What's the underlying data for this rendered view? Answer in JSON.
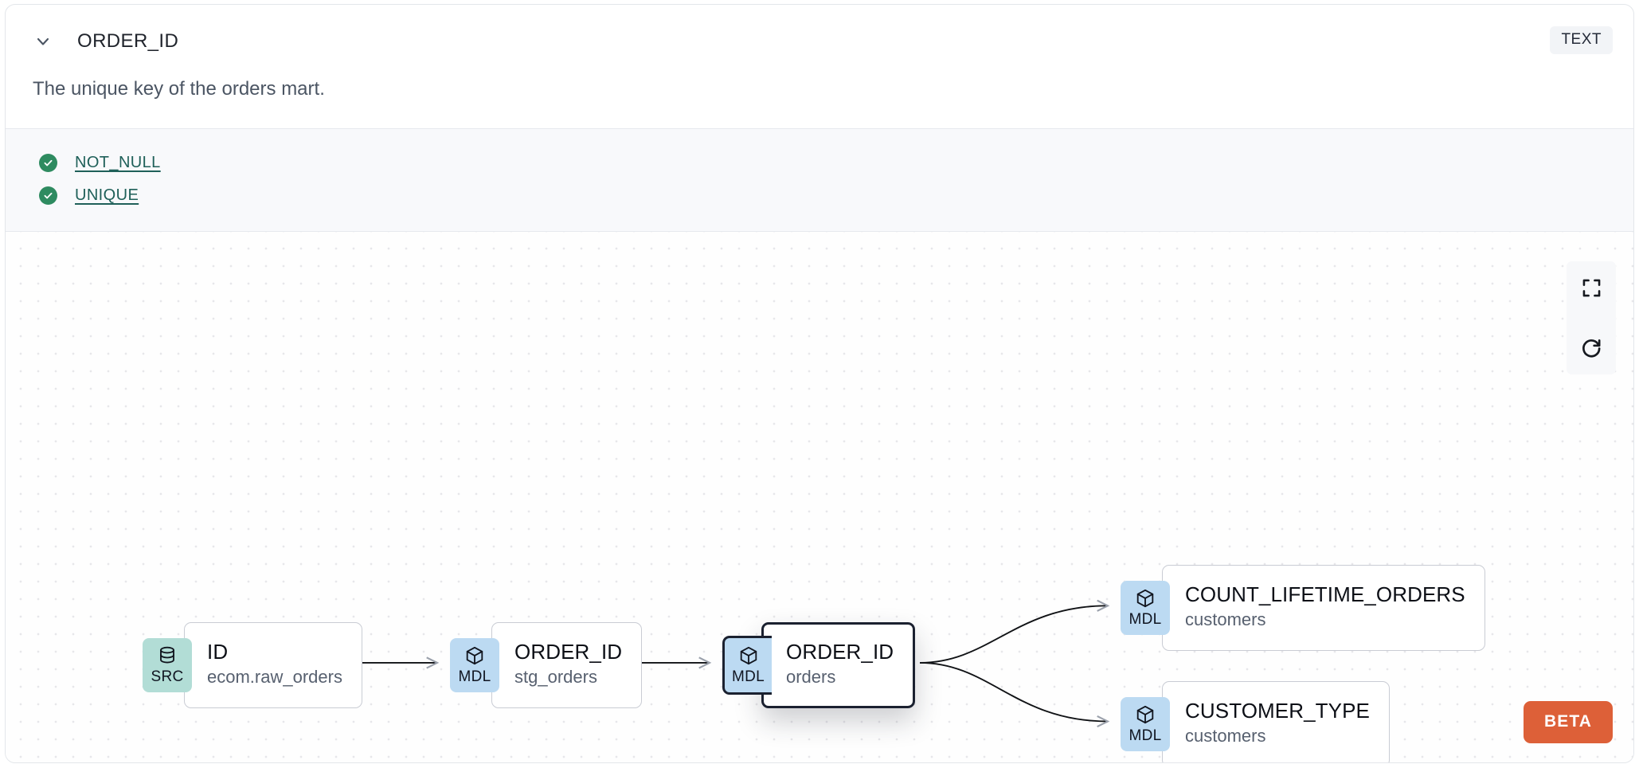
{
  "header": {
    "title": "ORDER_ID",
    "collapse_icon": "chevron-down-icon",
    "type_badge": "TEXT"
  },
  "description": "The unique key of the orders mart.",
  "tests": {
    "items": [
      {
        "label": "NOT_NULL",
        "status_icon": "check-circle-icon",
        "status": "passing"
      },
      {
        "label": "UNIQUE",
        "status_icon": "check-circle-icon",
        "status": "passing"
      }
    ]
  },
  "lineage": {
    "nodes": [
      {
        "id": "src-id",
        "badge": "SRC",
        "badge_icon": "database-icon",
        "name": "ID",
        "parent": "ecom.raw_orders",
        "selected": false
      },
      {
        "id": "mdl-stg",
        "badge": "MDL",
        "badge_icon": "cube-icon",
        "name": "ORDER_ID",
        "parent": "stg_orders",
        "selected": false
      },
      {
        "id": "mdl-orders",
        "badge": "MDL",
        "badge_icon": "cube-icon",
        "name": "ORDER_ID",
        "parent": "orders",
        "selected": true
      },
      {
        "id": "mdl-count",
        "badge": "MDL",
        "badge_icon": "cube-icon",
        "name": "COUNT_LIFETIME_ORDERS",
        "parent": "customers",
        "selected": false
      },
      {
        "id": "mdl-custtype",
        "badge": "MDL",
        "badge_icon": "cube-icon",
        "name": "CUSTOMER_TYPE",
        "parent": "customers",
        "selected": false
      }
    ],
    "edges": [
      {
        "from": "src-id",
        "to": "mdl-stg"
      },
      {
        "from": "mdl-stg",
        "to": "mdl-orders"
      },
      {
        "from": "mdl-orders",
        "to": "mdl-count"
      },
      {
        "from": "mdl-orders",
        "to": "mdl-custtype"
      }
    ]
  },
  "controls": {
    "fit_view": "fit-view-icon",
    "reset": "refresh-icon"
  },
  "beta_badge": "BETA",
  "colors": {
    "src_badge": "#b2ddd6",
    "mdl_badge": "#bcdaf2",
    "test_pass": "#2e8b60",
    "test_link": "#1f6059",
    "beta": "#dd6038",
    "selected_border": "#1b2130"
  }
}
